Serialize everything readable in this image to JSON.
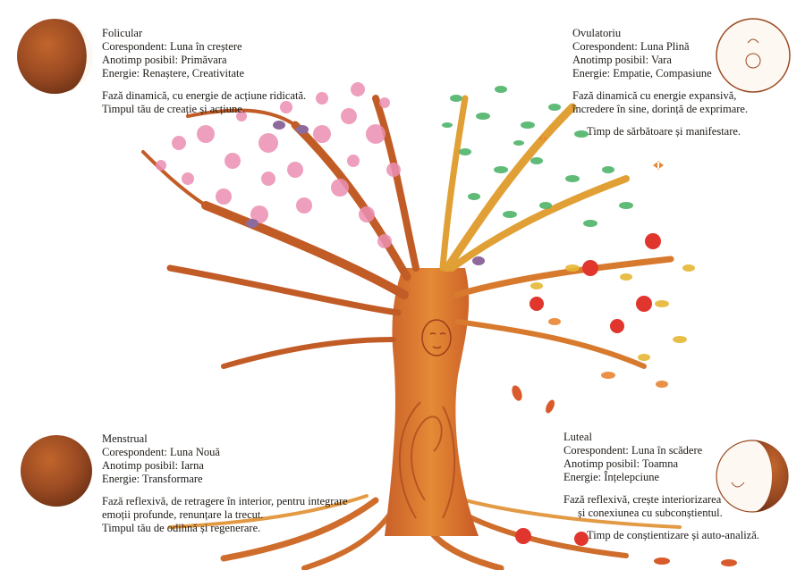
{
  "colors": {
    "trunk": "#d7762f",
    "pink_blossom": "#ec8fb2",
    "green_leaf": "#4fb36a",
    "apple": "#e0362d",
    "moon_brown": "#9a4a22",
    "text": "#1e1a16"
  },
  "phases": {
    "folicular": {
      "title": "Folicular",
      "correspondent": "Corespondent: Luna în creștere",
      "season": "Anotimp posibil: Primăvara",
      "energy": "Energie: Renaștere, Creativitate",
      "desc1": "Fază dinamică, cu energie de acțiune ridicată.",
      "desc2": "Timpul tău de creație și acțiune."
    },
    "ovulatoriu": {
      "title": "Ovulatoriu",
      "correspondent": "Corespondent: Luna Plină",
      "season": "Anotimp posibil: Vara",
      "energy": "Energie: Empatie, Compasiune",
      "desc1": "Fază dinamică cu energie expansivă,",
      "desc2": "încredere în sine, dorință de exprimare.",
      "desc3": "Timp de sărbătoare și manifestare."
    },
    "menstrual": {
      "title": "Menstrual",
      "correspondent": "Corespondent: Luna Nouă",
      "season": "Anotimp posibil: Iarna",
      "energy": "Energie: Transformare",
      "desc1": "Fază reflexivă, de retragere în interior, pentru integrare",
      "desc2": "emoții profunde, renunțare la trecut.",
      "desc3": "Timpul tău de odihnă și regenerare."
    },
    "luteal": {
      "title": "Luteal",
      "correspondent": "Corespondent: Luna în scădere",
      "season": "Anotimp posibil: Toamna",
      "energy": "Energie: Înțelepciune",
      "desc1": "Fază reflexivă, crește interiorizarea",
      "desc2": "și conexiunea cu subconștientul.",
      "desc3": "Timp de conștientizare și auto-analiză."
    }
  },
  "icons": {
    "folicular_moon": "waxing-moon-icon",
    "ovulatoriu_moon": "full-moon-icon",
    "menstrual_moon": "new-moon-icon",
    "luteal_moon": "waning-moon-icon"
  }
}
